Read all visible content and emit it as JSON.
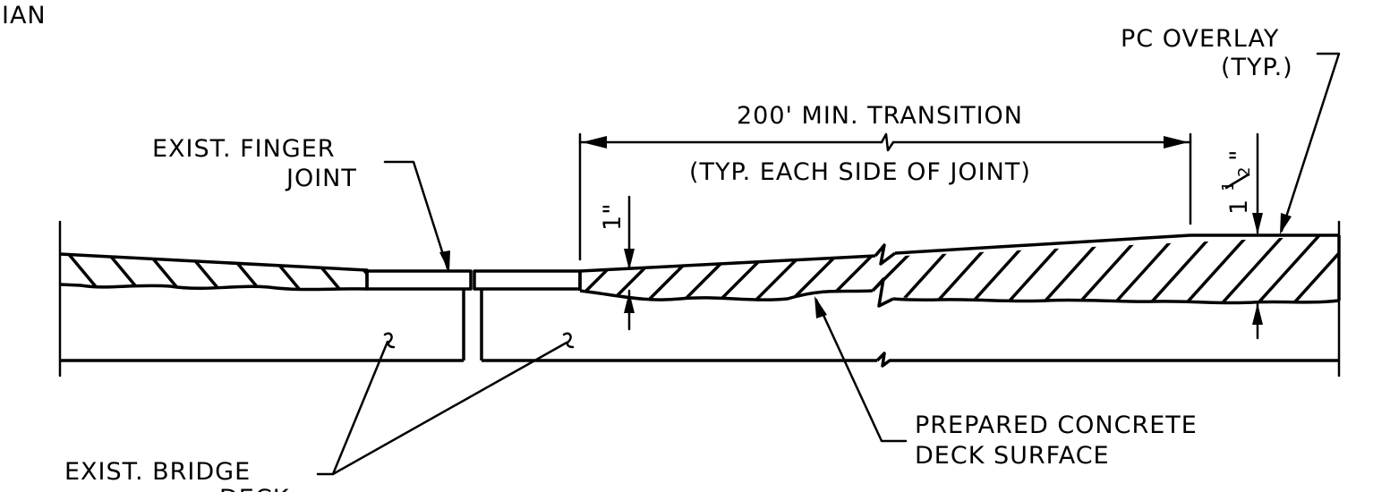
{
  "labels": {
    "corner": "IAN",
    "overlay_line1": "PC OVERLAY",
    "overlay_line2": "(TYP.)",
    "transition": "200' MIN. TRANSITION",
    "transition_note": "(TYP. EACH SIDE OF JOINT)",
    "finger_line1": "EXIST. FINGER",
    "finger_line2": "JOINT",
    "dim_1in": "1\"",
    "dim_15in_whole": "1",
    "dim_15in_num": "1",
    "dim_15in_den": "2",
    "dim_15in_mark": "\"",
    "deck_line1": "PREPARED CONCRETE",
    "deck_line2": "DECK SURFACE",
    "bridge_line1": "EXIST. BRIDGE",
    "bridge_line2": "DECK"
  },
  "colors": {
    "ink": "#000000",
    "background": "#ffffff"
  }
}
